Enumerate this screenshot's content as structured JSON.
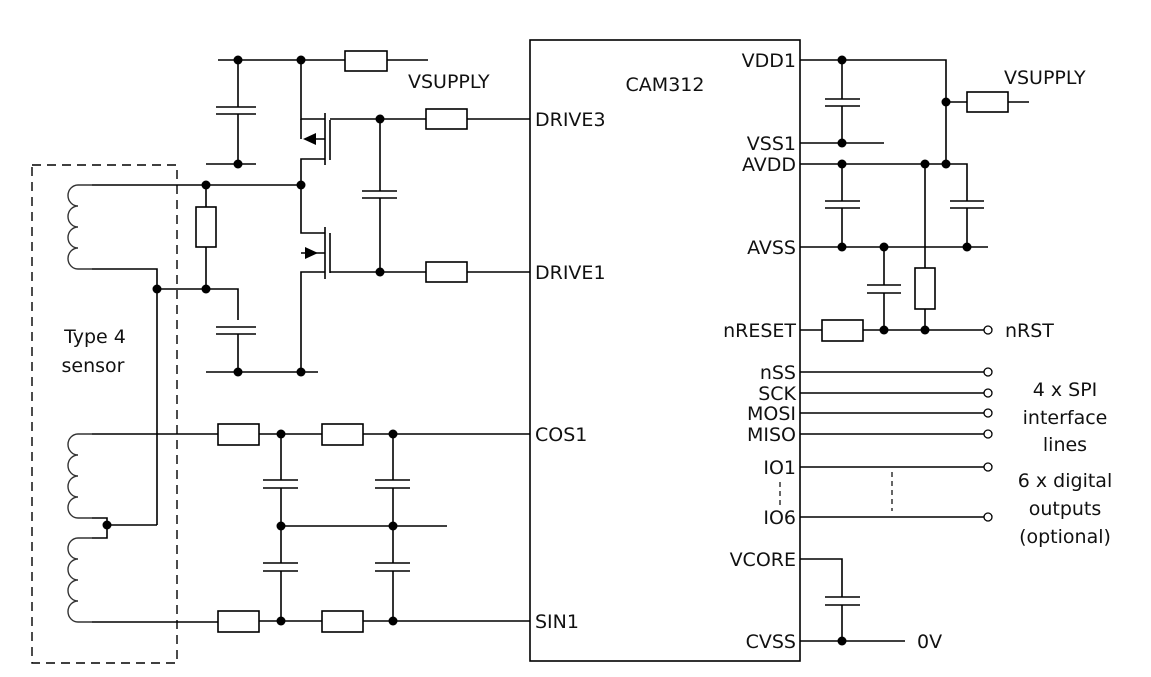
{
  "chip": {
    "name": "CAM312",
    "left_pins": [
      {
        "id": "drive3",
        "label": "DRIVE3"
      },
      {
        "id": "drive1",
        "label": "DRIVE1"
      },
      {
        "id": "cos1",
        "label": "COS1"
      },
      {
        "id": "sin1",
        "label": "SIN1"
      }
    ],
    "right_pins": [
      {
        "id": "vdd1",
        "label": "VDD1"
      },
      {
        "id": "vss1",
        "label": "VSS1"
      },
      {
        "id": "avdd",
        "label": "AVDD"
      },
      {
        "id": "avss",
        "label": "AVSS"
      },
      {
        "id": "nreset",
        "label": "nRESET"
      },
      {
        "id": "nss",
        "label": "nSS"
      },
      {
        "id": "sck",
        "label": "SCK"
      },
      {
        "id": "mosi",
        "label": "MOSI"
      },
      {
        "id": "miso",
        "label": "MISO"
      },
      {
        "id": "io1",
        "label": "IO1"
      },
      {
        "id": "io6",
        "label": "IO6"
      },
      {
        "id": "vcore",
        "label": "VCORE"
      },
      {
        "id": "cvss",
        "label": "CVSS"
      }
    ]
  },
  "labels": {
    "vsupply_left": "VSUPPLY",
    "vsupply_right": "VSUPPLY",
    "nrst": "nRST",
    "ground": "0V",
    "sensor_line1": "Type 4",
    "sensor_line2": "sensor",
    "spi_line1": "4 x SPI",
    "spi_line2": "interface",
    "spi_line3": "lines",
    "dig_line1": "6 x digital",
    "dig_line2": "outputs",
    "dig_line3": "(optional)"
  }
}
